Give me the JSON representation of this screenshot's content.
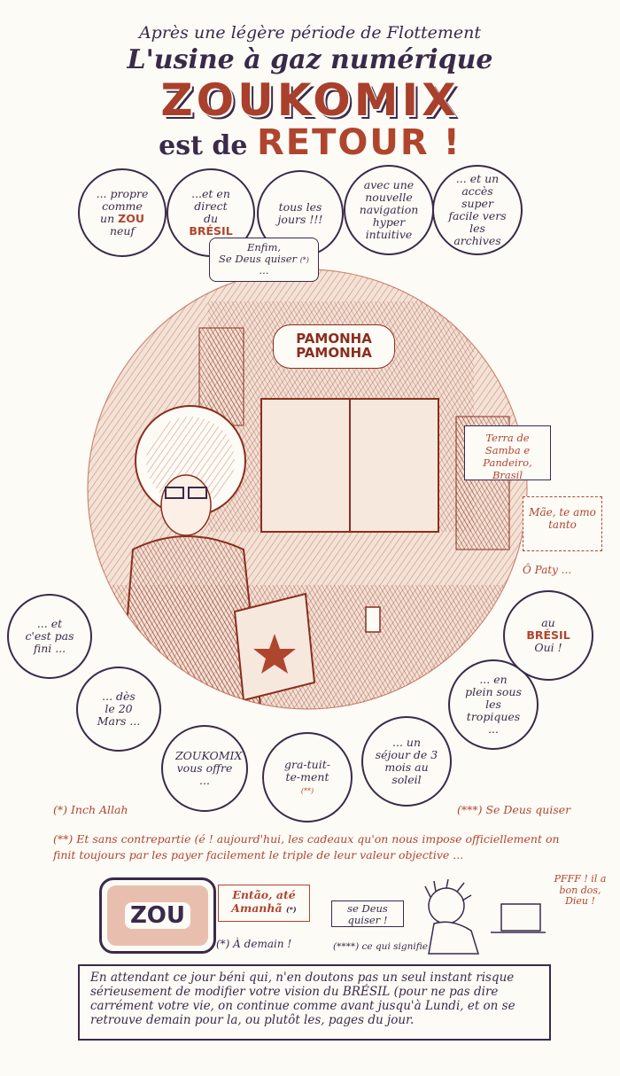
{
  "header": {
    "subtitle": "Après une légère période de Flottement",
    "title": "L'usine à gaz numérique",
    "logo": "ZOUKOMIX",
    "est_de": "est de",
    "retour": "RETOUR !"
  },
  "top_bubbles": [
    {
      "line1": "... propre",
      "line2": "comme",
      "line3": "un",
      "hl": "ZOU",
      "line4": "neuf"
    },
    {
      "line1": "...et en",
      "line2": "direct",
      "line3": "du",
      "hl": "BRÉSIL"
    },
    {
      "text": "tous les jours !!!"
    },
    {
      "text": "avec une nouvelle navigation hyper intuitive"
    },
    {
      "text": "... et un accès super facile vers les archives"
    }
  ],
  "enfim": {
    "line1": "Enfim,",
    "line2": "Se Deus quiser",
    "mark": "(*)",
    "dots": "..."
  },
  "sign_pamonha": "PAMONHA PAMONHA",
  "sign_terra": "Terra de Samba e Pandeiro, Brasil",
  "sign_mae": "Mãe, te amo tanto",
  "sign_paty": "Ô Paty ...",
  "bottom_bubbles": [
    {
      "text": "... et c'est pas fini ..."
    },
    {
      "text": "... dès le 20 Mars ..."
    },
    {
      "text": "ZOUKOMIX vous offre ..."
    },
    {
      "text": "gra-tuit-te-ment",
      "mark": "(**)"
    },
    {
      "text": "... un séjour de 3 mois au soleil"
    },
    {
      "text": "... en plein sous les tropiques ..."
    },
    {
      "line1": "au",
      "hl": "BRÉSIL",
      "line2": "Oui !"
    }
  ],
  "footnotes": {
    "inch": "(*) Inch Allah",
    "deus": "(***) Se Deus quiser",
    "long": "(**) Et sans contrepartie (é ! aujourd'hui, les cadeaux qu'on nous impose officiellement on finit toujours par les payer facilement le triple de leur valeur objective ..."
  },
  "strip": {
    "tv_logo": "ZOU",
    "entao": "Então, até Amanhã",
    "entao_mark": "(*)",
    "a_demain": "(*) À demain !",
    "se_deus": "se Deus quiser !",
    "ce_qui": "(****) ce qui signifie ?...",
    "pfff": "PFFF ! il a bon dos, Dieu !"
  },
  "closing": "En attendant ce jour béni qui, n'en doutons pas un seul instant risque sérieusement de modifier votre vision du BRÉSIL (pour ne pas dire carrément votre vie, on continue comme avant jusqu'à Lundi, et on se retrouve demain pour la, ou plutôt les, pages du jour."
}
